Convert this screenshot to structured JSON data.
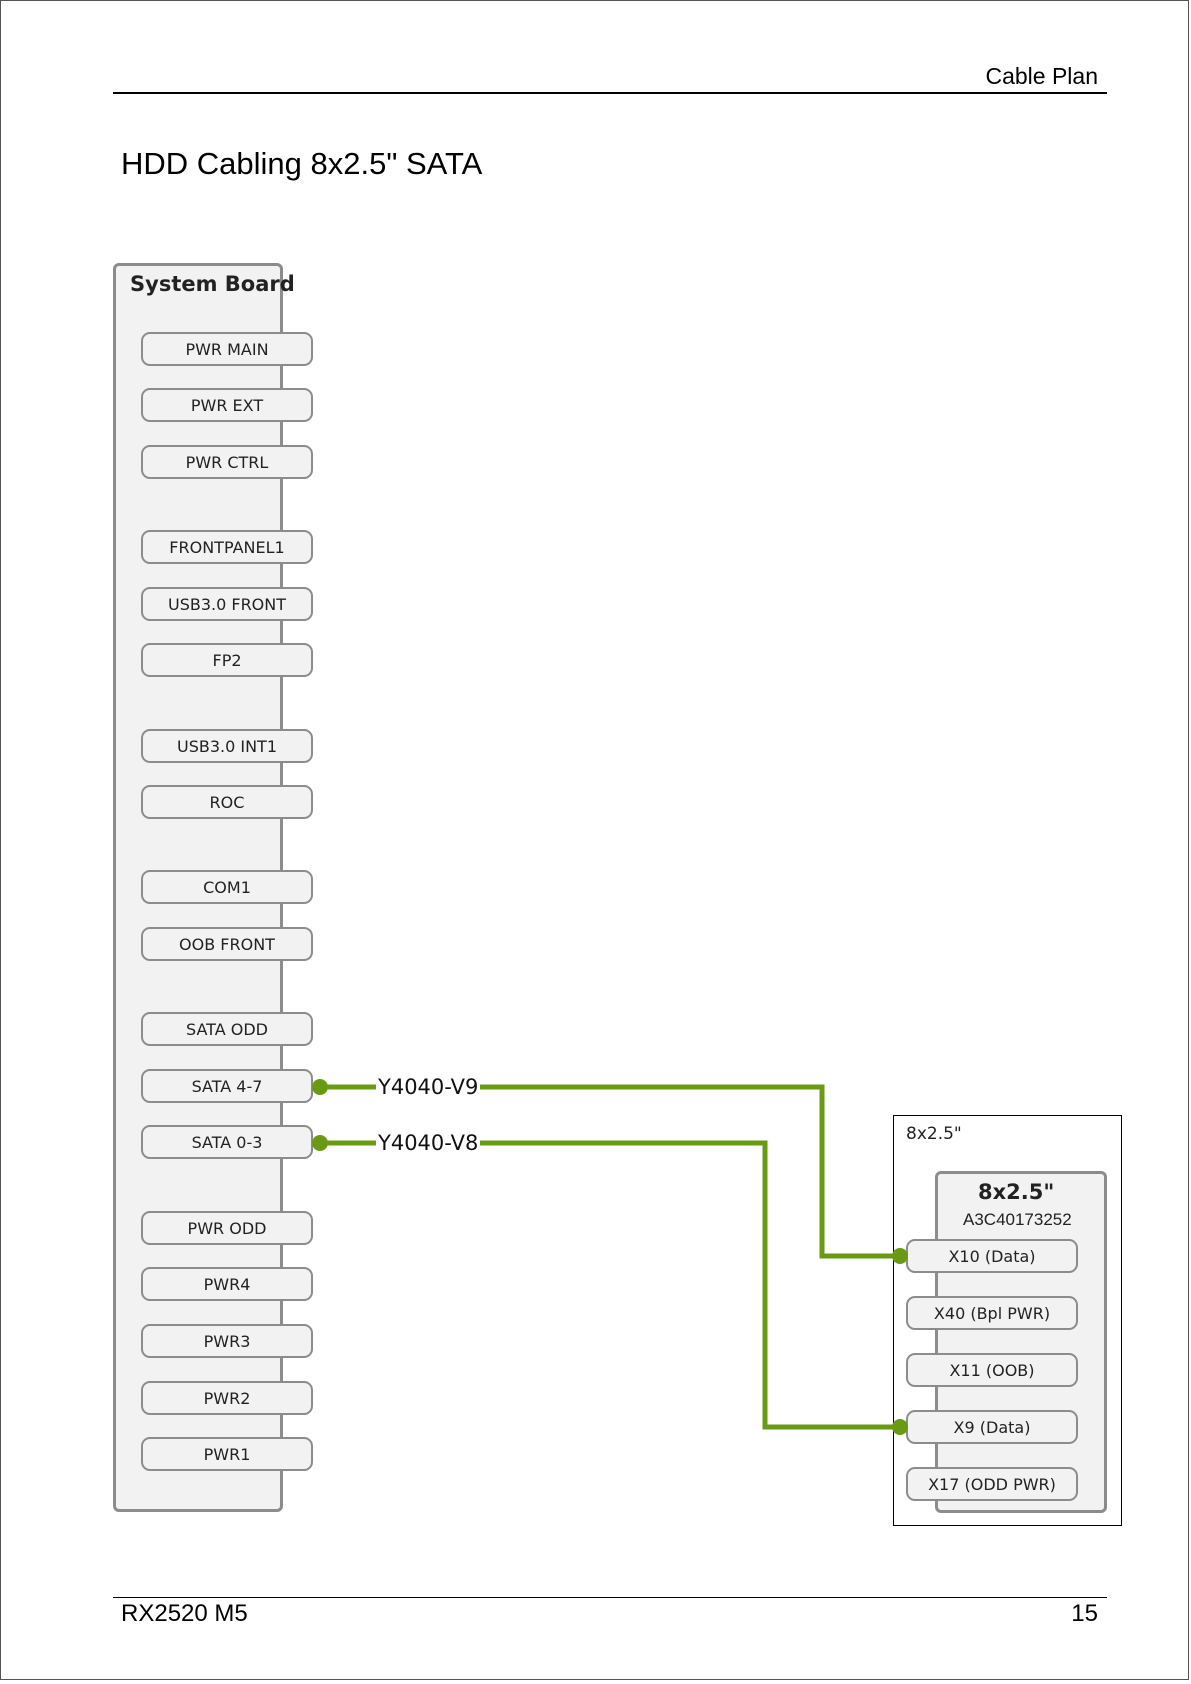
{
  "header": {
    "section": "Cable Plan"
  },
  "title": "HDD Cabling 8x2.5\" SATA",
  "footer": {
    "model": "RX2520 M5",
    "page": "15"
  },
  "system_board": {
    "label": "System Board",
    "connectors": [
      "PWR MAIN",
      "PWR EXT",
      "PWR CTRL",
      "FRONTPANEL1",
      "USB3.0 FRONT",
      "FP2",
      "USB3.0 INT1",
      "ROC",
      "COM1",
      "OOB FRONT",
      "SATA ODD",
      "SATA 4-7",
      "SATA 0-3",
      "PWR ODD",
      "PWR4",
      "PWR3",
      "PWR2",
      "PWR1"
    ]
  },
  "backplane": {
    "outer_label": "8x2.5\"",
    "title": "8x2.5\"",
    "part_number": "A3C40173252",
    "connectors": [
      "X10 (Data)",
      "X40 (Bpl PWR)",
      "X11 (OOB)",
      "X9 (Data)",
      "X17 (ODD PWR)"
    ]
  },
  "cables": [
    {
      "label": "Y4040-V9",
      "from": "SATA 4-7",
      "to": "X10 (Data)"
    },
    {
      "label": "Y4040-V8",
      "from": "SATA 0-3",
      "to": "X9 (Data)"
    }
  ],
  "colors": {
    "cable": "#6a9a14",
    "connector_border": "#8c8c8c",
    "connector_fill": "#f2f2f2"
  }
}
